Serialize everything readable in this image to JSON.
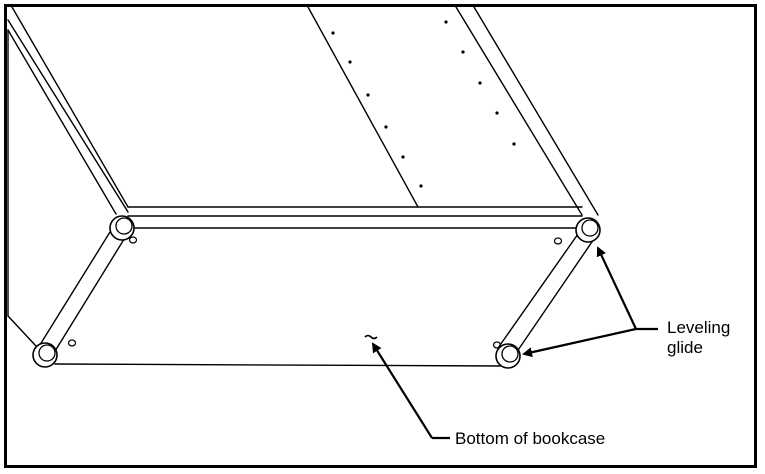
{
  "labels": {
    "leveling_line1": "Leveling",
    "leveling_line2": "glide",
    "bottom": "Bottom of bookcase"
  },
  "colors": {
    "stroke": "#000000",
    "background": "#ffffff"
  }
}
